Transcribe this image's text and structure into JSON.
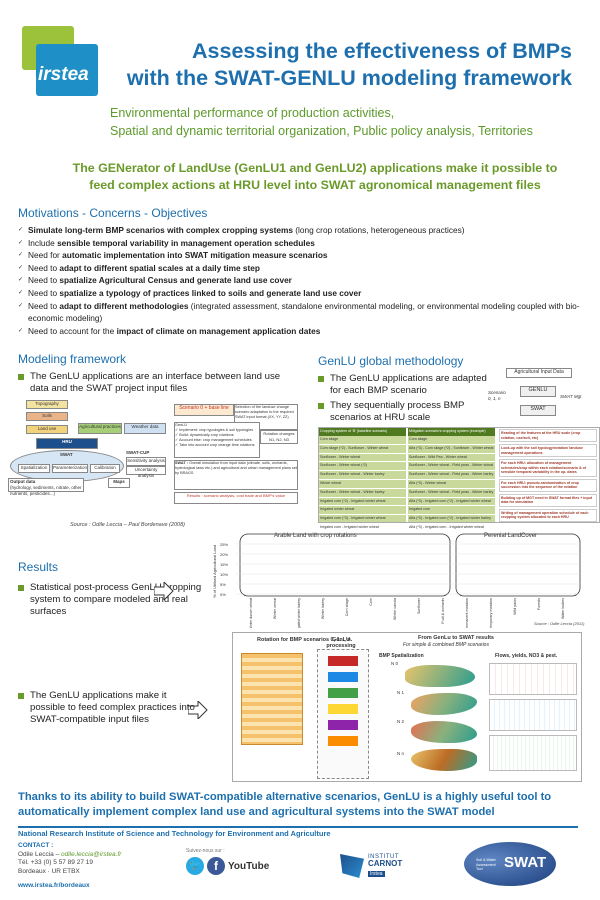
{
  "logo": {
    "text": "irstea"
  },
  "title": {
    "line1": "Assessing the effectiveness of BMPs",
    "line2": "with the SWAT-GENLU modeling framework"
  },
  "subtitle": {
    "line1": "Environmental performance of production activities,",
    "line2": "Spatial and dynamic territorial organization, Public policy analysis, Territories"
  },
  "tagline": "The GENerator of LandUse (GenLU1 and GenLU2) applications make it possible to feed complex actions at HRU level into SWAT agronomical management files",
  "motivations": {
    "heading": "Motivations - Concerns - Objectives",
    "items": [
      {
        "bold": "Simulate long-term BMP scenarios with complex cropping systems",
        "rest": " (long crop rotations, heterogeneous practices)"
      },
      {
        "pre": "Include ",
        "bold": "sensible temporal variability in management operation schedules",
        "rest": ""
      },
      {
        "pre": "Need for ",
        "bold": "automatic implementation into SWAT mitigation measure scenarios",
        "rest": ""
      },
      {
        "pre": "Need to ",
        "bold": "adapt to different spatial scales at a daily time step",
        "rest": ""
      },
      {
        "pre": "Need to ",
        "bold": "spatialize Agricultural Census and generate land use cover",
        "rest": ""
      },
      {
        "pre": "Need to ",
        "bold": "spatialize a typology of practices linked to soils and generate land use cover",
        "rest": ""
      },
      {
        "pre": "Need to ",
        "bold": "adapt to different methodologies",
        "rest": " (integrated assessment, standalone environmental modeling, or environmental modeling  coupled with bio-economic modeling)"
      },
      {
        "pre": "Need to account for the ",
        "bold": "impact of climate on management application dates",
        "rest": ""
      }
    ]
  },
  "framework": {
    "heading": "Modeling framework",
    "text": "The GenLU applications are an interface between land use data and the SWAT project input files",
    "diagram": {
      "topo": "Topography",
      "soils": "Soils",
      "landuse": "Land use",
      "agri": "Agricultural practices",
      "weather": "Weather data",
      "hru": "HRU",
      "swat": "SWAT",
      "swatcup": "SWAT-CUP",
      "spat": "Spatialization",
      "param": "Parameterization",
      "calib": "Calibration",
      "sens": "Sensitivity analysis",
      "unc": "Uncertainty analysis",
      "output": "Output data",
      "output_sub": "(hydrology, sediments, nitrate, other nutrients, pesticides...)",
      "maps": "Maps",
      "scenario": "Scenario 0 + base line",
      "selection": "Selection of the landuse change scenario adaptation to the required SWAT input format (XX, YY, ZZ)",
      "genlu_label": "GenLU",
      "genlu_items": [
        "Implement: crop typologies & soil typologies",
        "Build: dynamically crop rotations",
        "Account else: crop management schedules",
        "Take into account crop change time rotations"
      ],
      "rotchange": "Rotation changes",
      "rotchange_sub": "N1, N2, N3",
      "swat_box_head": "SWAT :",
      "swat_box_text": "Overall simulation from input data (climate, soils, orchards, hydrological laws etc.) and agricultural and urban management plans set by BRAGS",
      "results_box": "Results : scenario analysis, cost trade and BMP's value"
    },
    "source": "Source : Odile Leccia – Paul Bordenave (2008)"
  },
  "methodology": {
    "heading": "GenLU global methodology",
    "items": [
      "The GenLU applications are adapted for each BMP scenario",
      "They sequentially process BMP scenarios at HRU scale"
    ],
    "diagram": {
      "input": "Agricultural Input Data",
      "genlu": "GENLU",
      "swat": "SWAT",
      "scenario": "Scenario",
      "scenario_sub": "0, 1, n",
      "mgt": "SWAT Mgt"
    },
    "table_left_header": "Cropping system of ‘B’ (baseline scenario)",
    "table_right_header": "Mitigation scenario's cropping system (example)",
    "table_rows": [
      [
        "Corn silage",
        "Corn silage"
      ],
      [
        "Corn silage (*2) - Sunflower - Winter wheat",
        "Alfa (*3) - Corn silage (*2) - Sunflower - Winter wheat"
      ],
      [
        "Sunflower - Winter wheat",
        "Sunflower - Wild Pea - Winter wheat"
      ],
      [
        "Sunflower - Winter wheat (*2)",
        "Sunflower - Winter wheat - Field peas - Winter wheat"
      ],
      [
        "Sunflower - Winter wheat - Winter barley",
        "Sunflower - Winter wheat - Field peas - Winter barley"
      ],
      [
        "Winter wheat",
        "Alfa (*3) - Winter wheat"
      ],
      [
        "Sunflower - Winter wheat - Winter barley",
        "Sunflower - Winter wheat - Field peas - Winter barley"
      ],
      [
        "Irrigated corn (*2) - Irrigated winter wheat",
        "Alfa (*3) - Irrigated corn (*2) - Irrigated winter wheat"
      ],
      [
        "Irrigated winter wheat",
        "Irrigated corn"
      ],
      [
        "Irrigated corn (*3) - Irrigated winter wheat",
        "Alfa (*3) - Irrigated corn (*2) - Irrigated winter barley"
      ],
      [
        "Irrigated corn - Irrigated winter wheat",
        "Alfa (*3) - Irrigated corn - Irrigated winter wheat"
      ]
    ],
    "steps": [
      "Reading of the features at the HRU scale (crop rotation, use/soil, etc)",
      "Look-up with the soil typology/rotation/ landuse management operations",
      "For each HRU: allocation of management schedules/crop within each rotation/scenario & of sensible temporal variability in the op. dates",
      "For each HRU: pseudo-randomisation of crop succession into the sequence of the rotation",
      "Building up of MGT need in SWAT format files + input data for simulation",
      "Writing of management operation schedule of each cropping system allocated to each HRU"
    ]
  },
  "results": {
    "heading": "Results",
    "text1": "Statistical post-process GenLU cropping system to compare modeled and real surfaces",
    "text2": "The GenLU applications make it possible to feed complex practices into SWAT-compatible input files",
    "chart": {
      "arable_label": "Arable Land with crop rotations",
      "perennial_label": "Perenial LandCover",
      "ylabel": "% of Utilised Agricultural Land",
      "yticks": [
        "25%",
        "20%",
        "15%",
        "10%",
        "5%",
        "0%"
      ],
      "categories": [
        "Winter durum wheat",
        "Winter cereal",
        "Irrigated winter barley",
        "Winter barley",
        "Corn silage",
        "Corn",
        "Winter canola",
        "Sunflower",
        "Fruit & orchards",
        "Permanent meadow",
        "Temporary meadow",
        "Wild parks",
        "Forests",
        "Water bodies"
      ],
      "source": "Source : Odile Leccia (2011)"
    },
    "flow": {
      "rotation_head": "Rotation for BMP scenarios 0, 1..., n.",
      "genlu_head": "GenLU processing",
      "results_head": "From GenLu to SWAT results",
      "results_sub": "For simple & combined BMP scenarios",
      "bmp_spat": "BMP Spatialization",
      "flows": "Flows, yields, NO3 & pest.",
      "n0": "N 0",
      "n1": "N 1",
      "n2": "N 2",
      "nn": "N n"
    }
  },
  "conclusion": "Thanks to its ability to build SWAT-compatible alternative scenarios, GenLU is a highly useful tool to automatically implement complex land use and agricultural systems into the SWAT model",
  "footer": {
    "institute": "National Research Institute of Science and Technology for Environment and Agriculture",
    "contact_label": "CONTACT :",
    "name": "Odile Leccia – ",
    "email": "odile.leccia@irstea.fr",
    "tel": "Tél. +33 (0) 5 57 89 27 19",
    "address": "Bordeaux · UR ETBX",
    "website": "www.irstea.fr/bordeaux",
    "follow": "Suivez-nous sur :",
    "youtube": "YouTube",
    "carnot1": "INSTITUT",
    "carnot2": "CARNOT",
    "carnot3": "Irstea",
    "swat_badge": "SWAT",
    "swat_badge_sub": "Soil & Water Assessment Tool"
  }
}
